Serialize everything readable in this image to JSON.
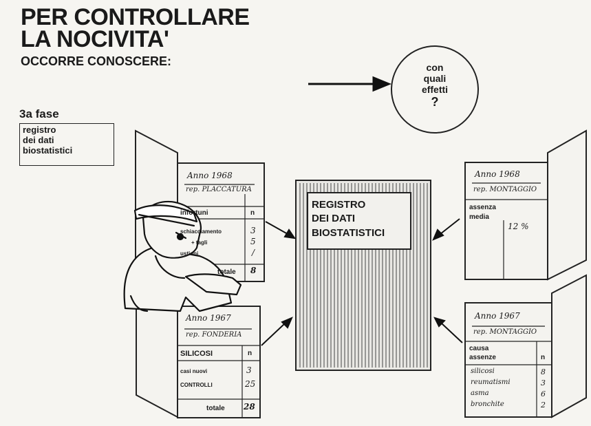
{
  "title": {
    "line1": "PER CONTROLLARE",
    "line2": "LA NOCIVITA'",
    "line3": "OCCORRE CONOSCERE:"
  },
  "phase": {
    "label": "3a fase",
    "box_lines": [
      "registro",
      "dei dati",
      "biostatistici"
    ]
  },
  "question": {
    "lines": [
      "con",
      "quali",
      "effetti"
    ],
    "mark": "?"
  },
  "register": {
    "lines": [
      "REGISTRO",
      "DEI DATI",
      "BIOSTATISTICI"
    ]
  },
  "cards": {
    "top_left": {
      "header1": "Anno 1968",
      "header2": "rep. PLACCATURA",
      "col1": "infortuni",
      "col2": "n",
      "rows": [
        {
          "label": "schiacciamento",
          "value": "3"
        },
        {
          "label": "+ tagli",
          "value": "5"
        },
        {
          "label": "ustioni",
          "value": "/"
        }
      ],
      "total_label": "totale",
      "total_value": "8"
    },
    "bottom_left": {
      "header1": "Anno 1967",
      "header2": "rep. FONDERIA",
      "col1": "SILICOSI",
      "col2": "n",
      "rows": [
        {
          "label": "casi nuovi",
          "value": "3"
        },
        {
          "label": "CONTROLLI",
          "value": "25"
        }
      ],
      "total_label": "totale",
      "total_value": "28"
    },
    "top_right": {
      "header1": "Anno 1968",
      "header2": "rep. MONTAGGIO",
      "col1": "assenza",
      "col1b": "media",
      "value": "12 %"
    },
    "bottom_right": {
      "header1": "Anno 1967",
      "header2": "rep. MONTAGGIO",
      "col1": "causa",
      "col1b": "assenze",
      "col2": "n",
      "rows": [
        {
          "label": "silicosi",
          "value": "8"
        },
        {
          "label": "reumatismi",
          "value": "3"
        },
        {
          "label": "asma",
          "value": "6"
        },
        {
          "label": "bronchite",
          "value": "2"
        }
      ]
    }
  }
}
